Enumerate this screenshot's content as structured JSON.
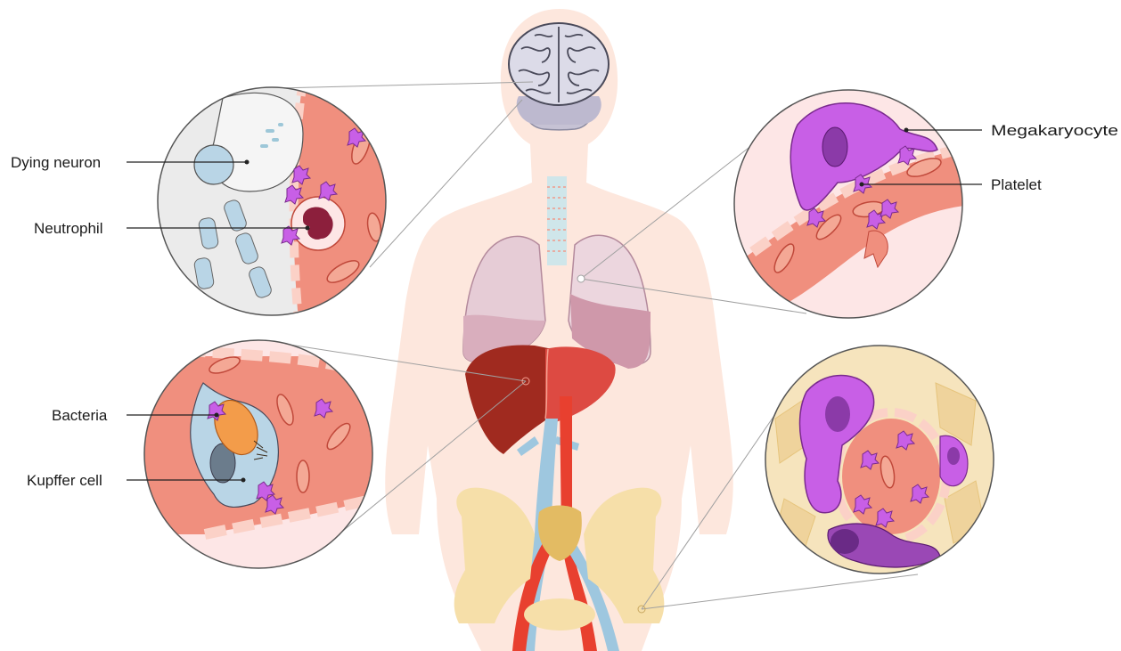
{
  "labels": {
    "dying_neuron": "Dying neuron",
    "neutrophil": "Neutrophil",
    "megakaryocyte": "Megakaryocyte",
    "platelet": "Platelet",
    "bacteria": "Bacteria",
    "kupffer_cell": "Kupffer cell"
  },
  "colors": {
    "body_silhouette": "#fde7dd",
    "brain": "#c9c6d6",
    "lung": "#e8cfd8",
    "liver": "#a8231d",
    "liver_light": "#d9413a",
    "artery": "#e8402f",
    "vein": "#9ec7df",
    "pelvis": "#f6dfa9",
    "blood_vessel": "#f08f7e",
    "tissue_bg": "#fde6e6",
    "megakaryocyte": "#c85fe6",
    "neutrophil_nucleus": "#8c1f3c",
    "bone_marrow": "#f3d9a6"
  }
}
